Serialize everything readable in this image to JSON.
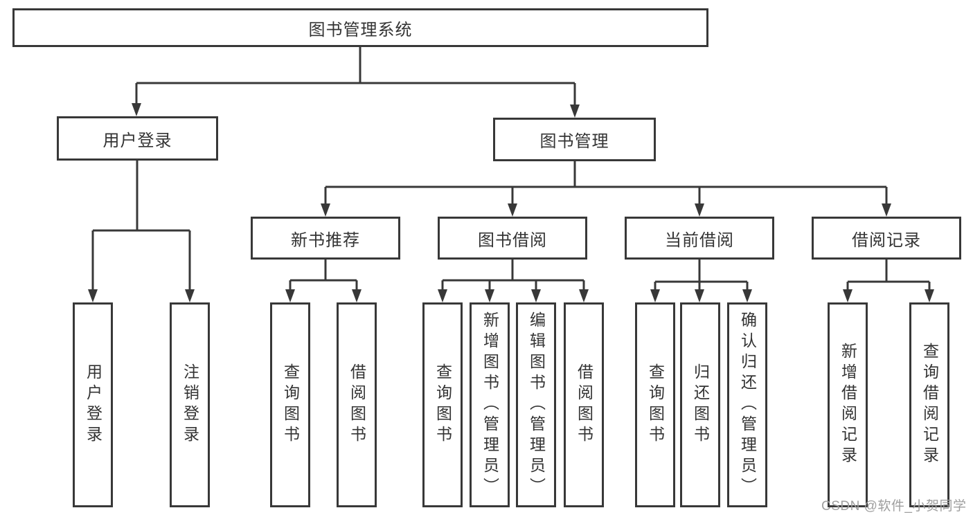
{
  "tree": {
    "label": "图书管理系统",
    "children": [
      {
        "label": "用户登录",
        "children": [
          {
            "label": "用户登录"
          },
          {
            "label": "注销登录"
          }
        ]
      },
      {
        "label": "图书管理",
        "children": [
          {
            "label": "新书推荐",
            "children": [
              {
                "label": "查询图书"
              },
              {
                "label": "借阅图书"
              }
            ]
          },
          {
            "label": "图书借阅",
            "children": [
              {
                "label": "查询图书"
              },
              {
                "label": "新增图书（管理员）"
              },
              {
                "label": "编辑图书（管理员）"
              },
              {
                "label": "借阅图书"
              }
            ]
          },
          {
            "label": "当前借阅",
            "children": [
              {
                "label": "查询图书"
              },
              {
                "label": "归还图书"
              },
              {
                "label": "确认归还（管理员）"
              }
            ]
          },
          {
            "label": "借阅记录",
            "children": [
              {
                "label": "新增借阅记录"
              },
              {
                "label": "查询借阅记录"
              }
            ]
          }
        ]
      }
    ]
  },
  "watermark": {
    "text": "CSDN @软件_小贺同学"
  },
  "colors": {
    "line": "#383838",
    "box_border": "#383838",
    "text": "#333333",
    "watermark": "#9e9e9e",
    "background": "#ffffff"
  }
}
